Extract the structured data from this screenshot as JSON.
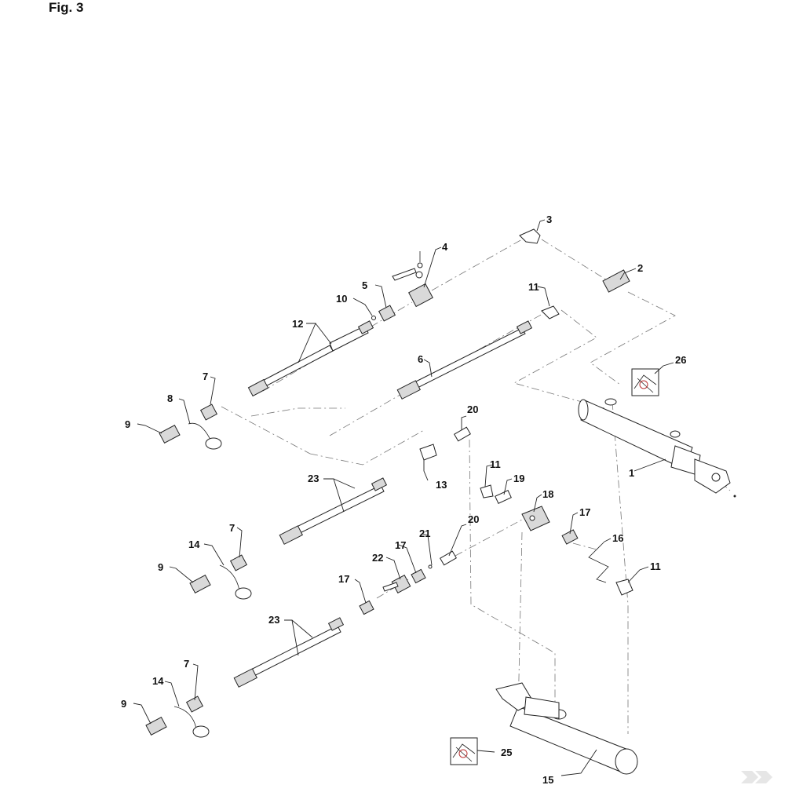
{
  "figure_title": "Fig. 3",
  "callouts": {
    "c1": "1",
    "c2": "2",
    "c3": "3",
    "c4": "4",
    "c5": "5",
    "c6": "6",
    "c7a": "7",
    "c7b": "7",
    "c7c": "7",
    "c8": "8",
    "c9a": "9",
    "c9b": "9",
    "c9c": "9",
    "c10": "10",
    "c11a": "11",
    "c11b": "11",
    "c11c": "11",
    "c12": "12",
    "c13": "13",
    "c14a": "14",
    "c14b": "14",
    "c15": "15",
    "c16": "16",
    "c17a": "17",
    "c17b": "17",
    "c17c": "17",
    "c18": "18",
    "c19": "19",
    "c20a": "20",
    "c20b": "20",
    "c21": "21",
    "c22": "22",
    "c23a": "23",
    "c23b": "23",
    "c25": "25",
    "c26": "26"
  },
  "icons": {
    "brand_logo": "double-chevron-logo",
    "reference_thumbnail": "exploded-view-thumbnail-icon"
  }
}
